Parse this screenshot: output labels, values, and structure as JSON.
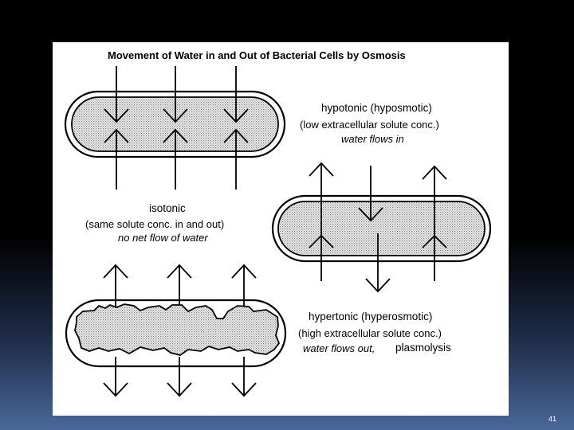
{
  "diagram": {
    "title": "Movement of Water in and Out of Bacterial Cells by Osmosis",
    "hypotonic": {
      "label": "hypotonic (hyposmotic)",
      "description": "(low extracellular solute conc.)",
      "flow": "water flows in"
    },
    "isotonic": {
      "label": "isotonic",
      "description": "(same solute conc. in and out)",
      "flow": "no net flow of water"
    },
    "hypertonic": {
      "label": "hypertonic (hyperosmotic)",
      "description": "(high extracellular solute conc.)",
      "flow": "water flows out,",
      "extra": "plasmolysis"
    }
  },
  "slide": {
    "page_number": "41"
  },
  "colors": {
    "background_top": "#000000",
    "background_bottom": "#4a6898",
    "figure_bg": "#ffffff",
    "cytoplasm_dots": "#777777"
  }
}
